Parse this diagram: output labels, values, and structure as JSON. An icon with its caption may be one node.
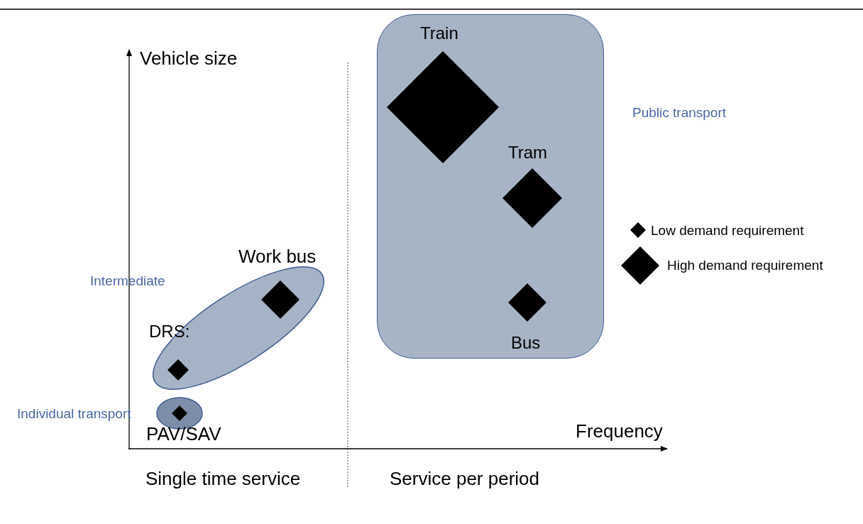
{
  "diagram": {
    "nodes": [
      {
        "text": [
          "Public transport"
        ]
      },
      {
        "text": [
          "Train"
        ],
        "in": 0
      },
      {
        "text": [
          "Tram"
        ],
        "in": 0
      },
      {
        "text": [
          "Bus"
        ],
        "in": 0
      },
      {
        "text": [
          "Intermediate"
        ]
      },
      {
        "text": [
          "DRS:"
        ],
        "in": 4
      },
      {
        "text": [
          "Work bus"
        ],
        "in": 4
      },
      {
        "text": [
          "Individual transport"
        ]
      },
      {
        "text": [
          "PAV/SAV"
        ],
        "in": 7
      }
    ],
    "edges": [],
    "labels": [
      "Vehicle size",
      "Frequency",
      "Single time service",
      "Service per period"
    ],
    "legend": [
      {
        "text": "Low demand requirement"
      },
      {
        "text": "High demand requirement"
      }
    ]
  }
}
